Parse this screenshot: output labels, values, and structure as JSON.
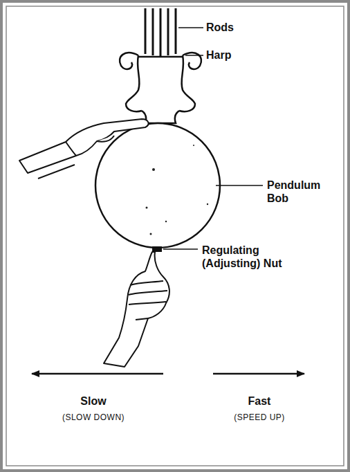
{
  "diagram": {
    "labels": [
      "Rods",
      "Harp",
      "Pendulum Bob",
      "Regulating (Adjusting) Nut",
      "Slow",
      "(SLOW DOWN)",
      "Fast",
      "(SPEED UP)"
    ]
  }
}
